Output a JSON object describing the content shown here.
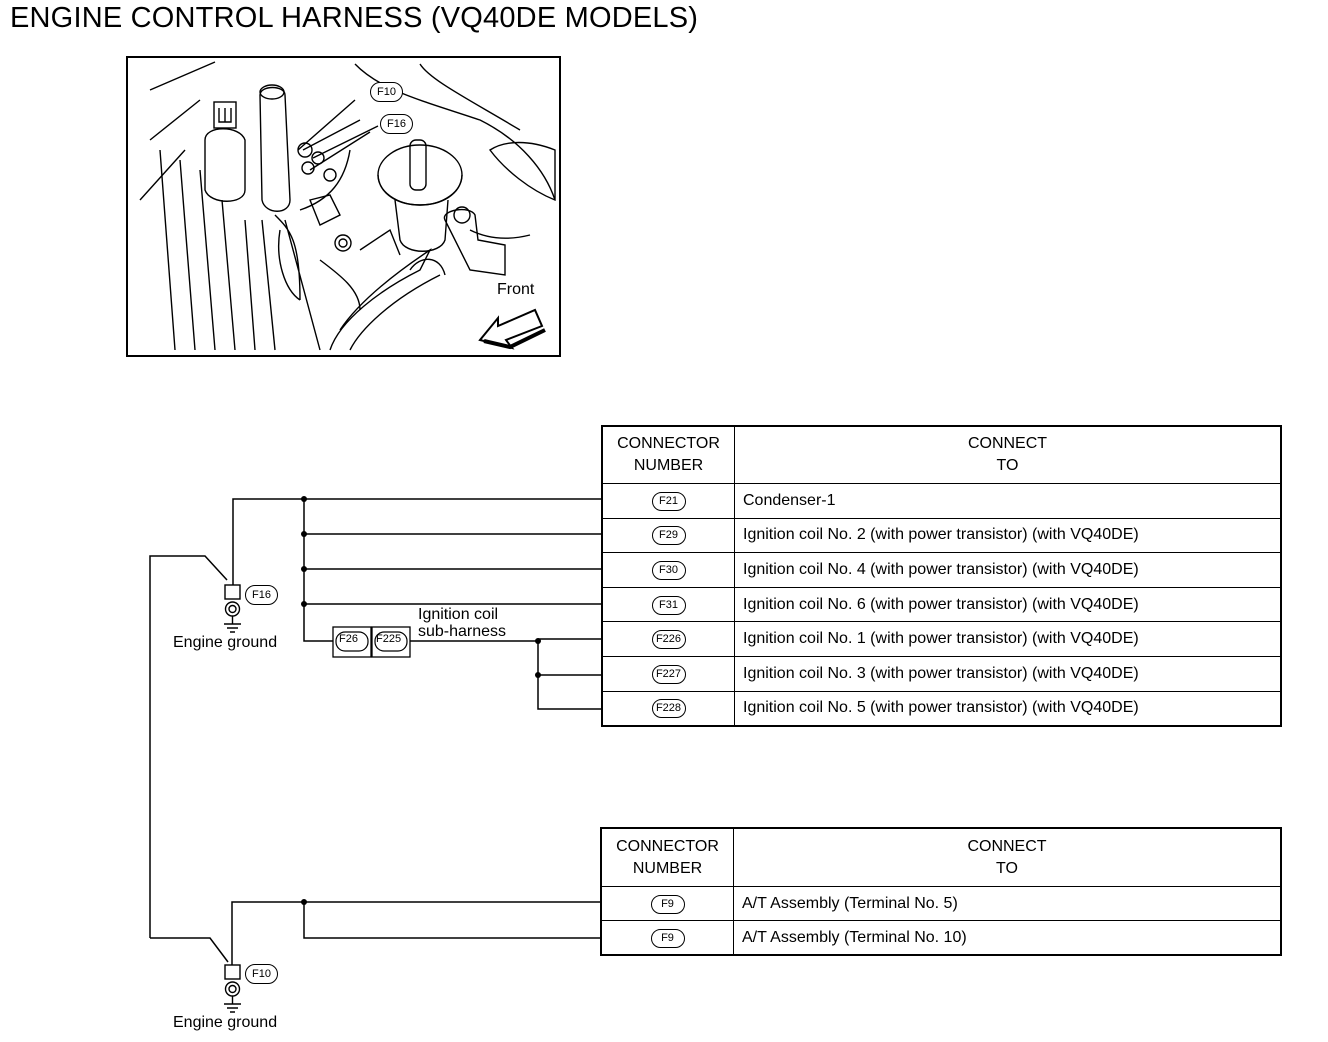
{
  "title": "ENGINE CONTROL HARNESS (VQ40DE MODELS)",
  "photo": {
    "callouts": [
      "F10",
      "F16"
    ],
    "direction_label": "Front"
  },
  "table_upper": {
    "header": {
      "connector": [
        "CONNECTOR",
        "NUMBER"
      ],
      "connect_to": [
        "CONNECT",
        "TO"
      ]
    },
    "rows": [
      {
        "connector": "F21",
        "connect_to": "Condenser-1"
      },
      {
        "connector": "F29",
        "connect_to": "Ignition coil No. 2 (with power transistor) (with VQ40DE)"
      },
      {
        "connector": "F30",
        "connect_to": "Ignition coil No. 4 (with power transistor) (with VQ40DE)"
      },
      {
        "connector": "F31",
        "connect_to": "Ignition coil No. 6 (with power transistor) (with VQ40DE)"
      },
      {
        "connector": "F226",
        "connect_to": "Ignition coil No. 1 (with power transistor) (with VQ40DE)"
      },
      {
        "connector": "F227",
        "connect_to": "Ignition coil No. 3 (with power transistor) (with VQ40DE)"
      },
      {
        "connector": "F228",
        "connect_to": "Ignition coil No. 5 (with power transistor) (with VQ40DE)"
      }
    ]
  },
  "table_lower": {
    "header": {
      "connector": [
        "CONNECTOR",
        "NUMBER"
      ],
      "connect_to": [
        "CONNECT",
        "TO"
      ]
    },
    "rows": [
      {
        "connector": "F9",
        "connect_to": "A/T Assembly (Terminal No. 5)"
      },
      {
        "connector": "F9",
        "connect_to": "A/T Assembly (Terminal No. 10)"
      }
    ]
  },
  "grounds": [
    {
      "connector": "F16",
      "label": "Engine ground"
    },
    {
      "connector": "F10",
      "label": "Engine ground"
    }
  ],
  "sub_harness": {
    "connectors": [
      "F26",
      "F225"
    ],
    "label_line1": "Ignition coil",
    "label_line2": "sub-harness"
  }
}
